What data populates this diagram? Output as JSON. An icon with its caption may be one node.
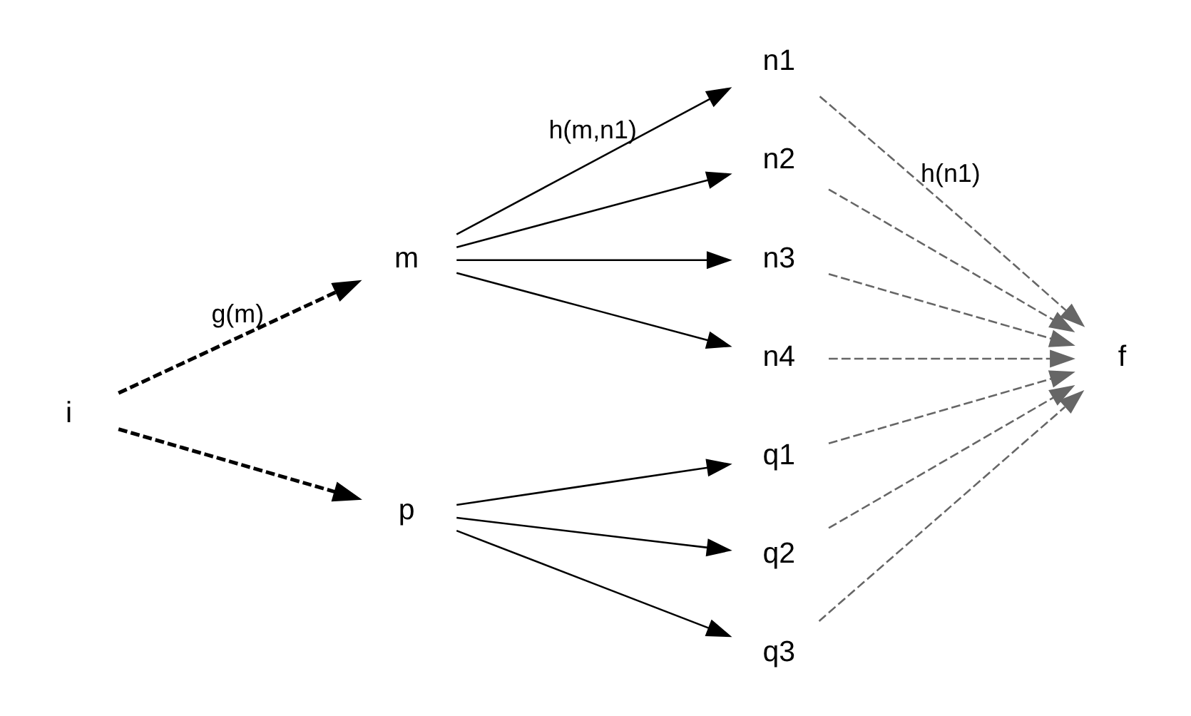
{
  "diagram": {
    "nodes": [
      {
        "text": [
          "i"
        ]
      },
      {
        "text": [
          "m"
        ]
      },
      {
        "text": [
          "p"
        ]
      },
      {
        "text": [
          "n1"
        ]
      },
      {
        "text": [
          "n2"
        ]
      },
      {
        "text": [
          "n3"
        ]
      },
      {
        "text": [
          "n4"
        ]
      },
      {
        "text": [
          "q1"
        ]
      },
      {
        "text": [
          "q2"
        ]
      },
      {
        "text": [
          "q3"
        ]
      },
      {
        "text": [
          "f"
        ]
      }
    ],
    "edges": [
      {
        "from": 0,
        "to": 1,
        "arrow": "to",
        "style": "dashed",
        "label": "g(m)"
      },
      {
        "from": 0,
        "to": 2,
        "arrow": "to",
        "style": "dashed"
      },
      {
        "from": 1,
        "to": 3,
        "arrow": "to",
        "label": "h(m,n1)"
      },
      {
        "from": 1,
        "to": 4,
        "arrow": "to"
      },
      {
        "from": 1,
        "to": 5,
        "arrow": "to"
      },
      {
        "from": 1,
        "to": 6,
        "arrow": "to"
      },
      {
        "from": 2,
        "to": 7,
        "arrow": "to"
      },
      {
        "from": 2,
        "to": 8,
        "arrow": "to"
      },
      {
        "from": 2,
        "to": 9,
        "arrow": "to"
      },
      {
        "from": 3,
        "to": 10,
        "arrow": "to",
        "style": "dashed",
        "color": "#666666",
        "label": "h(n1)"
      },
      {
        "from": 4,
        "to": 10,
        "arrow": "to",
        "style": "dashed",
        "color": "#666666"
      },
      {
        "from": 5,
        "to": 10,
        "arrow": "to",
        "style": "dashed",
        "color": "#666666"
      },
      {
        "from": 6,
        "to": 10,
        "arrow": "to",
        "style": "dashed",
        "color": "#666666"
      },
      {
        "from": 7,
        "to": 10,
        "arrow": "to",
        "style": "dashed",
        "color": "#666666"
      },
      {
        "from": 8,
        "to": 10,
        "arrow": "to",
        "style": "dashed",
        "color": "#666666"
      },
      {
        "from": 9,
        "to": 10,
        "arrow": "to",
        "style": "dashed",
        "color": "#666666"
      }
    ]
  }
}
